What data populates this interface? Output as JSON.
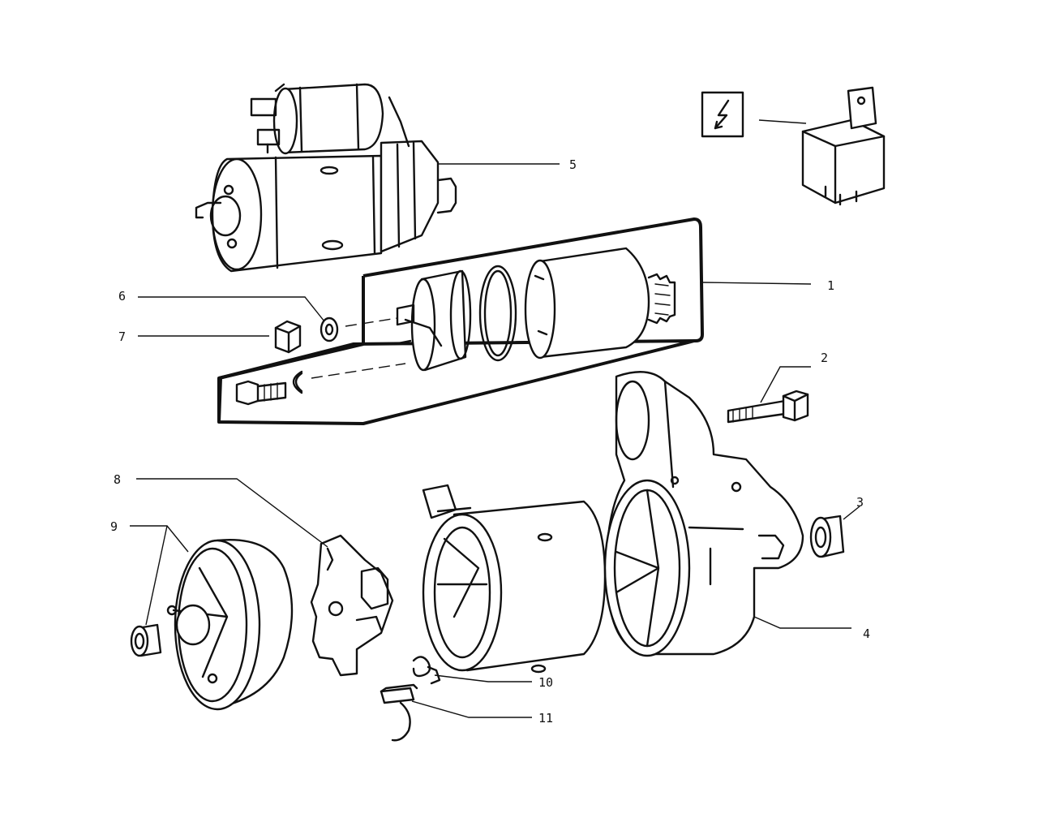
{
  "diagram": {
    "callouts": [
      {
        "id": "1",
        "label": "1"
      },
      {
        "id": "2",
        "label": "2"
      },
      {
        "id": "3",
        "label": "3"
      },
      {
        "id": "4",
        "label": "4"
      },
      {
        "id": "5",
        "label": "5"
      },
      {
        "id": "6",
        "label": "6"
      },
      {
        "id": "7",
        "label": "7"
      },
      {
        "id": "8",
        "label": "8"
      },
      {
        "id": "9",
        "label": "9"
      },
      {
        "id": "10",
        "label": "10"
      },
      {
        "id": "11",
        "label": "11"
      }
    ],
    "icons": {
      "electrical_symbol": "lightning-bolt-icon"
    }
  }
}
